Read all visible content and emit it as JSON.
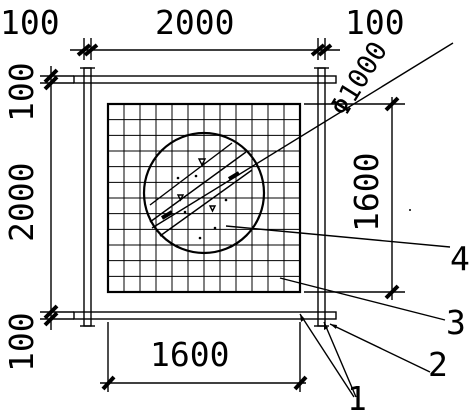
{
  "dimensions": {
    "top_left": "100",
    "top_middle": "2000",
    "top_right": "100",
    "left_top": "100",
    "left_middle": "2000",
    "left_bottom": "100",
    "bottom": "1600",
    "right": "1600",
    "diameter": "Φ1000"
  },
  "callouts": {
    "c1": "1",
    "c2": "2",
    "c3": "3",
    "c4": "4"
  }
}
